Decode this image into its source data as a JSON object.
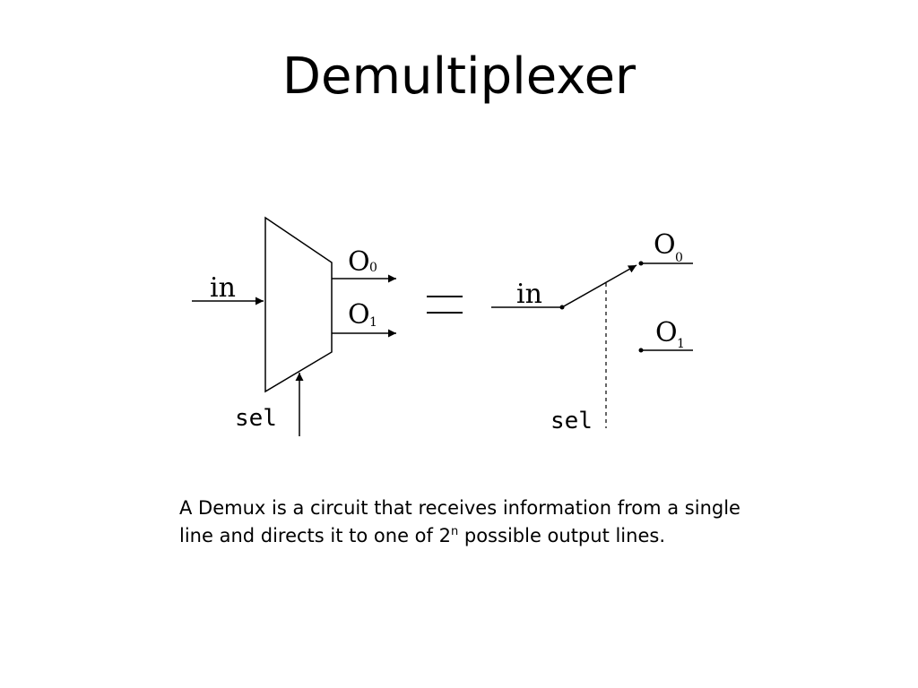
{
  "slide": {
    "title": "Demultiplexer"
  },
  "diagram": {
    "block": {
      "input_label": "in",
      "output_0_main": "O",
      "output_0_sub": "0",
      "output_1_main": "O",
      "output_1_sub": "1",
      "select_label": "sel"
    },
    "equals_sign": "=",
    "switch": {
      "input_label": "in",
      "output_0_main": "O",
      "output_0_sub": "0",
      "output_1_main": "O",
      "output_1_sub": "1",
      "select_label": "sel"
    }
  },
  "caption": {
    "line_1": "A Demux is a circuit that receives information from a single",
    "line_2_before": "line and directs it to one of 2",
    "line_2_exponent": "n",
    "line_2_after": " possible output lines."
  }
}
